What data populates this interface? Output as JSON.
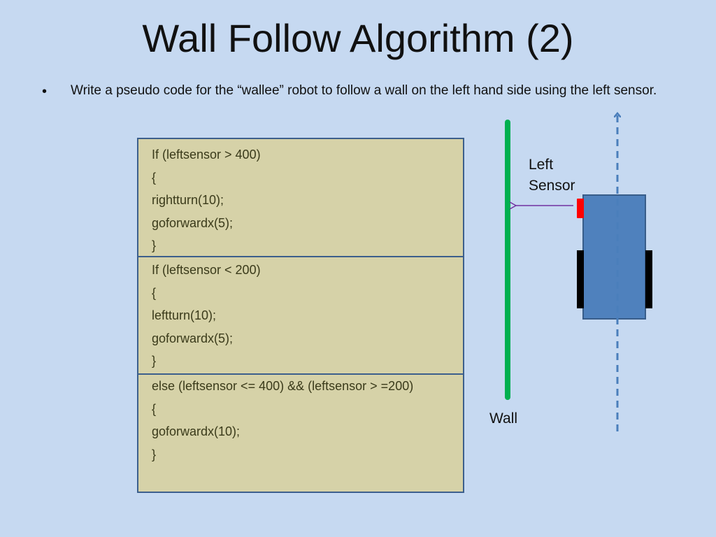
{
  "slide": {
    "title": "Wall Follow Algorithm (2)",
    "bullet": "•",
    "bullet_text": "Write a pseudo code for the “wallee” robot to follow a wall on the left hand side using the left sensor."
  },
  "code_blocks": [
    [
      "If (leftsensor > 400)",
      "{",
      "rightturn(10);",
      "goforwardx(5);",
      "}"
    ],
    [
      "If (leftsensor < 200)",
      "{",
      "leftturn(10);",
      "goforwardx(5);",
      "}"
    ],
    [
      "else (leftsensor <= 400) && (leftsensor > =200)",
      "{",
      "goforwardx(10);",
      "}"
    ]
  ],
  "diagram": {
    "sensor_label_line1": "Left",
    "sensor_label_line2": "Sensor",
    "wall_label": "Wall",
    "colors": {
      "wall": "#00b050",
      "robot_body": "#4f81bd",
      "robot_border": "#385d8a",
      "wheels": "#000000",
      "sensor": "#ff0000",
      "path": "#4a7ebb",
      "sensor_arrow": "#7030a0"
    }
  }
}
